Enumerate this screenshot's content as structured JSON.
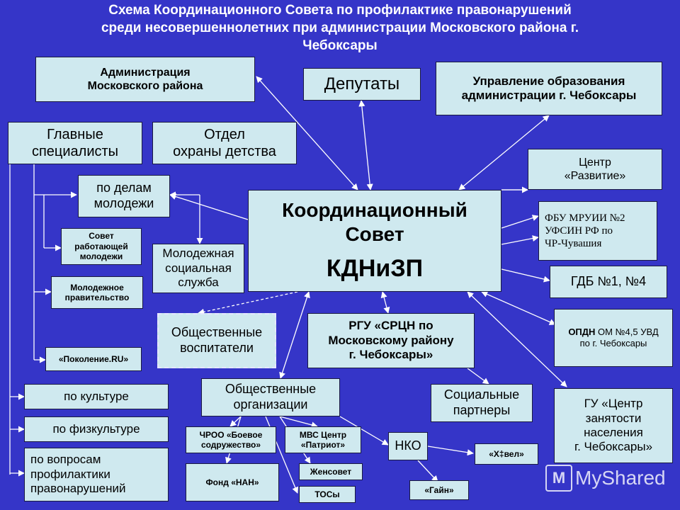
{
  "title": {
    "line1": "Схема Координационного Совета по профилактике правонарушений",
    "line2": "среди несовершеннолетних при администрации Московского района г.",
    "line3": "Чебоксары"
  },
  "nodes": {
    "admin": {
      "l1": "Администрация",
      "l2": "Московского района"
    },
    "deputies": "Депутаты",
    "education": {
      "l1": "Управление образования",
      "l2": "администрации г. Чебоксары"
    },
    "chief_specialists": {
      "l1": "Главные",
      "l2": "специалисты"
    },
    "child_protection": {
      "l1": "Отдел",
      "l2": "охраны детства"
    },
    "center_razvitie": {
      "l1": "Центр",
      "l2": "«Развитие»"
    },
    "youth_affairs": {
      "l1": "по делам",
      "l2": "молодежи"
    },
    "council": {
      "l1": "Координационный",
      "l2": "Совет",
      "l3": "КДНиЗП"
    },
    "fbu": {
      "l1": "ФБУ МРУИИ №2",
      "l2": "УФСИН РФ по",
      "l3": "ЧР-Чувашия"
    },
    "working_youth": {
      "l1": "Совет",
      "l2": "работающей",
      "l3": "молодежи"
    },
    "youth_social": {
      "l1": "Молодежная",
      "l2": "социальная",
      "l3": "служба"
    },
    "gdb": "ГДБ №1, №4",
    "youth_gov": {
      "l1": "Молодежное",
      "l2": "правительство"
    },
    "public_educators": {
      "l1": "Общественные",
      "l2": "воспитатели"
    },
    "rgu": {
      "l1": "РГУ «СРЦН по",
      "l2": "Московскому району",
      "l3": "г. Чебоксары»"
    },
    "opdn": {
      "l1a": "ОПДН",
      "l1b": " ОМ №4,5 УВД",
      "l2": "по г. Чебоксары"
    },
    "pokolenie": "«Поколение.RU»",
    "culture": "по культуре",
    "public_orgs": {
      "l1": "Общественные",
      "l2": "организации"
    },
    "social_partners": {
      "l1": "Социальные",
      "l2": "партнеры"
    },
    "employment": {
      "l1": "ГУ «Центр",
      "l2": "занятости",
      "l3": "населения",
      "l4": "г. Чебоксары»"
    },
    "sport": "по физкультуре",
    "chroo": {
      "l1": "ЧРОО «Боевое",
      "l2": "содружество»"
    },
    "mvs": {
      "l1": "МВС Центр",
      "l2": "«Патриот»"
    },
    "nko": "НКО",
    "khvel": "«Х‡вел»",
    "prevention": {
      "l1": "по вопросам",
      "l2": "профилактики",
      "l3": "правонарушений"
    },
    "fond_nan": "Фонд «НАН»",
    "zhensovet": "Женсовет",
    "gain": "«Гайн»",
    "tosy": "ТОСы"
  },
  "watermark": "MyShared"
}
